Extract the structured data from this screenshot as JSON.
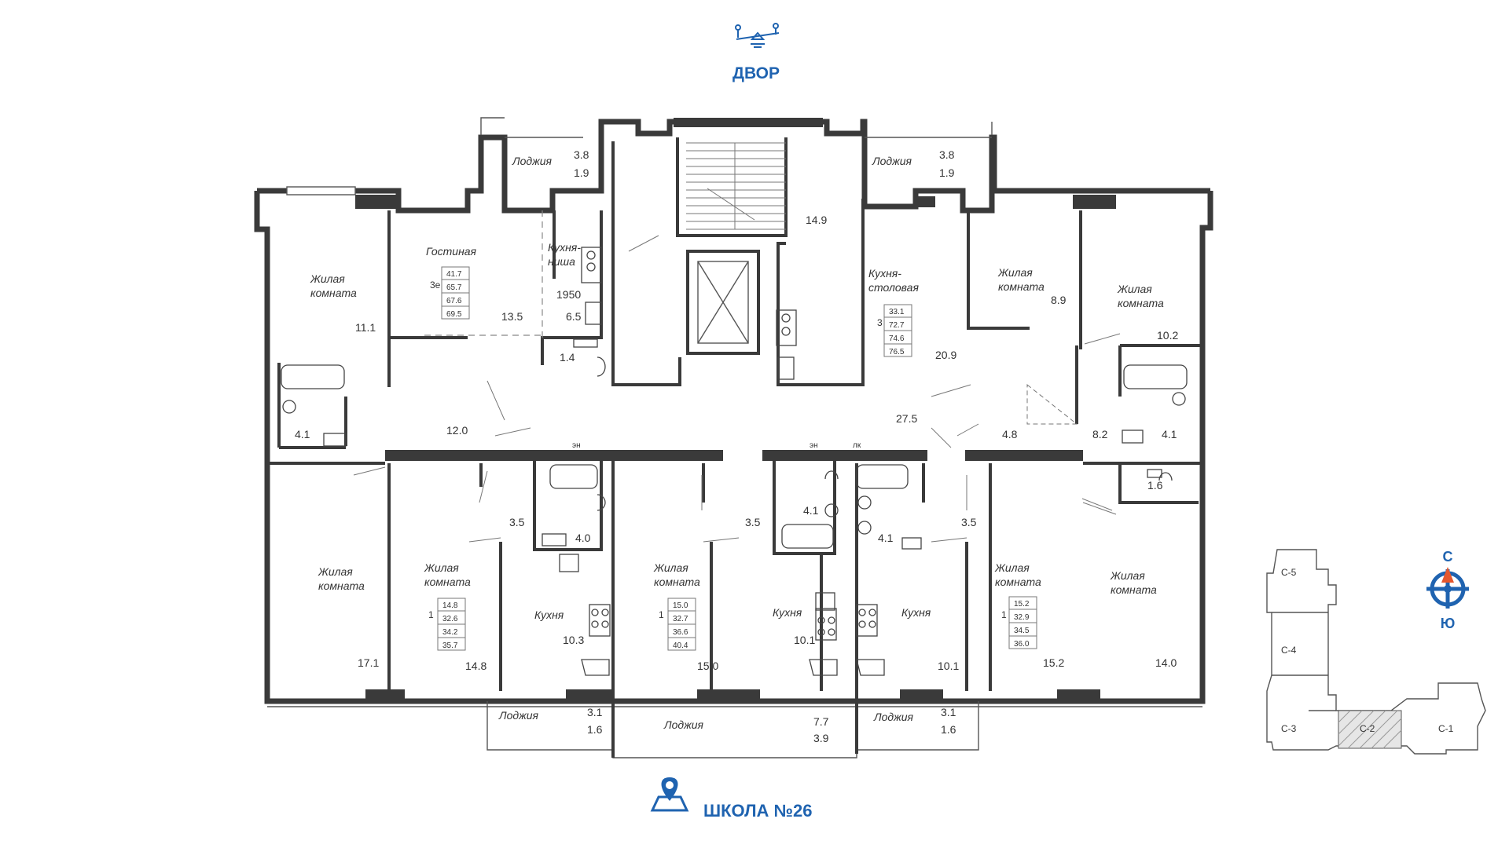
{
  "header": {
    "yard_label": "ДВОР",
    "yard_icon": "playground-icon"
  },
  "footer": {
    "school_label": "ШКОЛА №26",
    "school_icon": "map-pin-icon"
  },
  "colors": {
    "accent": "#1f63b0",
    "compass_needle": "#e4572e",
    "wall": "#3a3a3a"
  },
  "compass": {
    "north": "С",
    "south": "Ю"
  },
  "keyplan": {
    "sections": [
      "С-1",
      "С-2",
      "С-3",
      "С-4",
      "С-5"
    ],
    "highlighted": "С-2"
  },
  "rooms": {
    "loggia_tl": {
      "label": "Лоджия",
      "a": "3.8",
      "b": "1.9"
    },
    "loggia_tr": {
      "label": "Лоджия",
      "a": "3.8",
      "b": "1.9"
    },
    "stair": {
      "area": "14.9"
    },
    "apt3e": {
      "living_left": {
        "l1": "Жилая",
        "l2": "комната",
        "area": "11.1"
      },
      "lounge": {
        "label": "Гостиная",
        "area": "13.5"
      },
      "kitchen_niche": {
        "l1": "Кухня-",
        "l2": "ниша",
        "dim": "1950",
        "area": "6.5"
      },
      "wc": {
        "area": "1.4"
      },
      "bath": {
        "area": "4.1"
      },
      "hall": {
        "area": "12.0"
      },
      "type": "3е",
      "totals": [
        "41.7",
        "65.7",
        "67.6",
        "69.5"
      ]
    },
    "apt3": {
      "kitchen_dining": {
        "l1": "Кухня-",
        "l2": "столовая",
        "area": "20.9"
      },
      "room_a": {
        "l1": "Жилая",
        "l2": "комната",
        "area": "8.9"
      },
      "room_b": {
        "l1": "Жилая",
        "l2": "комната",
        "area": "10.2"
      },
      "hall": {
        "area": "27.5"
      },
      "closet": {
        "area": "4.8"
      },
      "corridor": {
        "area": "8.2"
      },
      "bath": {
        "area": "4.1"
      },
      "wc": {
        "area": "1.6"
      },
      "type": "3",
      "totals": [
        "33.1",
        "72.7",
        "74.6",
        "76.5"
      ]
    },
    "living_sw": {
      "l1": "Жилая",
      "l2": "комната",
      "area": "17.1"
    },
    "apt1a": {
      "room": {
        "l1": "Жилая",
        "l2": "комната",
        "area": "14.8"
      },
      "hall": {
        "area": "3.5"
      },
      "bath": {
        "area": "4.0"
      },
      "kitchen": {
        "label": "Кухня",
        "area": "10.3"
      },
      "type": "1",
      "totals": [
        "14.8",
        "32.6",
        "34.2",
        "35.7"
      ]
    },
    "apt1b": {
      "room": {
        "l1": "Жилая",
        "l2": "комната",
        "area": "15.0"
      },
      "hall": {
        "area": "3.5"
      },
      "bath": {
        "area": "4.1"
      },
      "kitchen": {
        "label": "Кухня",
        "area": "10.1"
      },
      "type": "1",
      "totals": [
        "15.0",
        "32.7",
        "36.6",
        "40.4"
      ]
    },
    "apt1c": {
      "room": {
        "l1": "Жилая",
        "l2": "комната",
        "area": "15.2"
      },
      "hall": {
        "area": "3.5"
      },
      "bath": {
        "area": "4.1"
      },
      "kitchen": {
        "label": "Кухня",
        "area": "10.1"
      },
      "type": "1",
      "totals": [
        "15.2",
        "32.9",
        "34.5",
        "36.0"
      ]
    },
    "living_se": {
      "l1": "Жилая",
      "l2": "комната",
      "area": "14.0"
    },
    "loggia_bl": {
      "label": "Лоджия",
      "a": "3.1",
      "b": "1.6"
    },
    "loggia_bc": {
      "label": "Лоджия",
      "a": "7.7",
      "b": "3.9"
    },
    "loggia_br": {
      "label": "Лоджия",
      "a": "3.1",
      "b": "1.6"
    },
    "marks": {
      "en": "эн",
      "lk": "лк"
    }
  }
}
